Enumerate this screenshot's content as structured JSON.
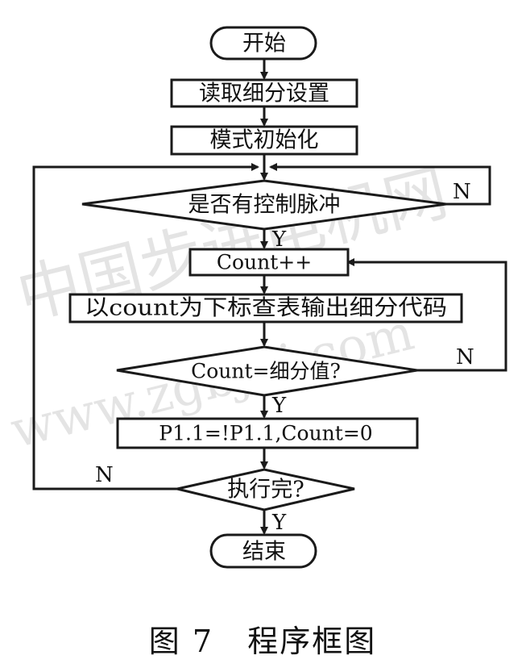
{
  "flowchart": {
    "start": "开始",
    "read_settings": "读取细分设置",
    "mode_init": "模式初始化",
    "has_pulse": "是否有控制脉冲",
    "count_inc": "Count++",
    "lookup_output": "以count为下标查表输出细分代码",
    "count_check": "Count=细分值?",
    "toggle_reset": "P1.1=!P1.1,Count=0",
    "done_check": "执行完?",
    "end": "结束"
  },
  "edge_labels": {
    "pulse_no": "N",
    "pulse_yes": "Y",
    "count_no": "N",
    "count_yes": "Y",
    "done_no": "N",
    "done_yes": "Y"
  },
  "watermark": {
    "line1": "中国步进电机网",
    "line2": "www.zgbjdj.com"
  },
  "caption": "图 7   程序框图",
  "colors": {
    "line": "#1a1a1a",
    "background": "#ffffff"
  }
}
